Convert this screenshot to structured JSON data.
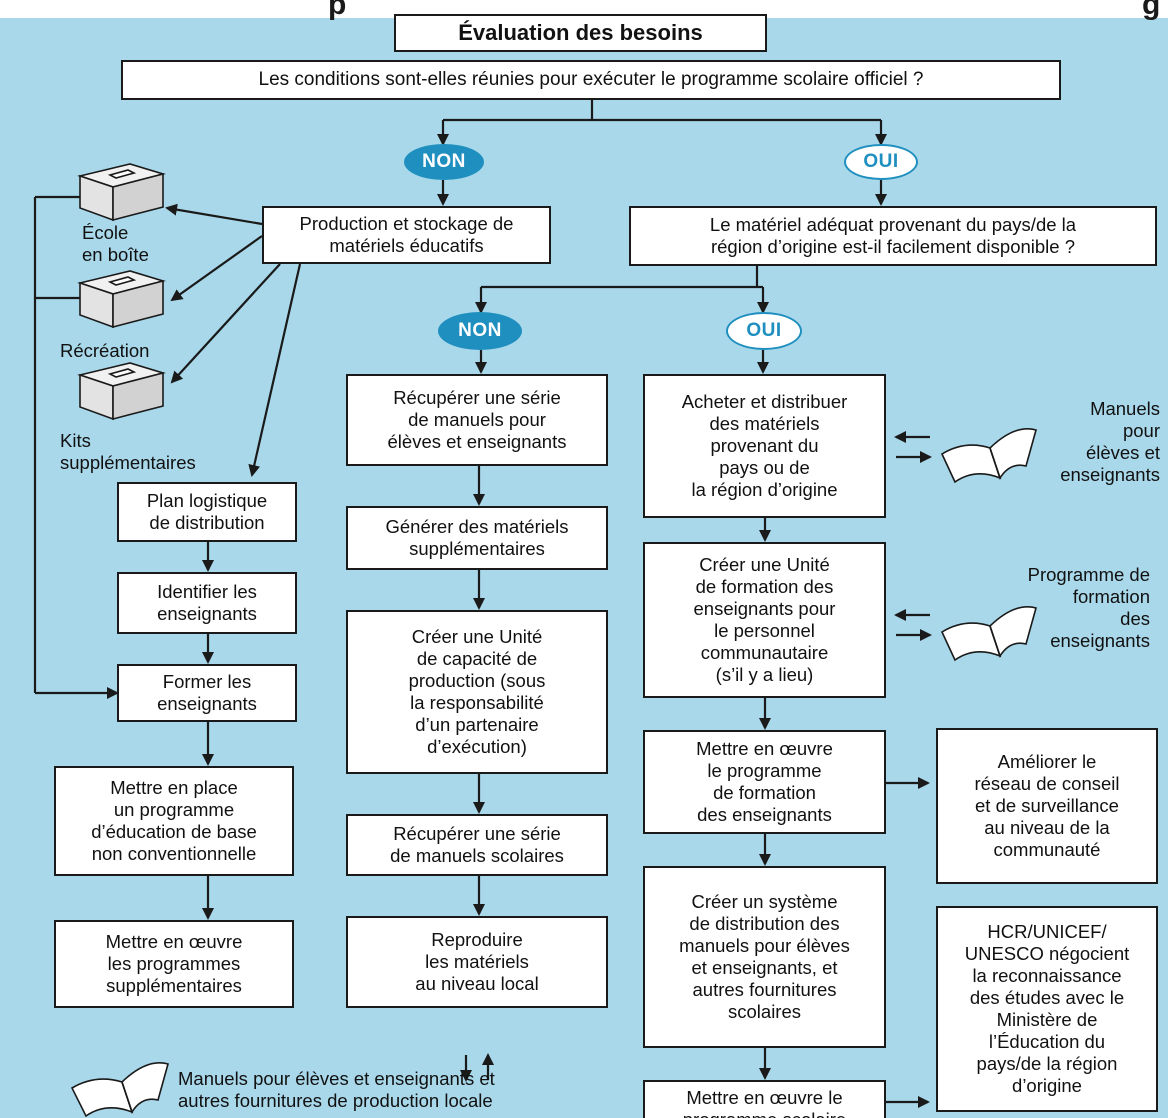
{
  "colors": {
    "background": "#a9d8ea",
    "pill_blue": "#1f8fbf",
    "line": "#1a1a1a",
    "box_fill": "#ffffff"
  },
  "header": {
    "cut_title_left": "p",
    "cut_title_right": "g"
  },
  "decisions": {
    "q1": "Évaluation des besoins",
    "q2": "Les conditions sont-elles réunies pour exécuter le programme scolaire officiel ?",
    "non1": "NON",
    "oui1": "OUI",
    "q3": "Le matériel adéquat provenant du pays/de la\nrégion d’origine est-il facilement disponible ?",
    "non2": "NON",
    "oui2": "OUI"
  },
  "left": {
    "production": "Production et stockage de\nmatériels éducatifs",
    "kit_school": "École\nen boîte",
    "kit_recreation": "Récréation",
    "kit_extra": "Kits\nsupplémentaires",
    "plan": "Plan logistique\nde distribution",
    "identify": "Identifier les\nenseignants",
    "train": "Former les\nenseignants",
    "setup": "Mettre en place\nun programme\nd’éducation de base\nnon conventionnelle",
    "implement": "Mettre en œuvre\nles programmes\nsupplémentaires"
  },
  "middle": {
    "m1": "Récupérer une série\nde manuels pour\nélèves et enseignants",
    "m2": "Générer des matériels\nsupplémentaires",
    "m3": "Créer une Unité\nde capacité de\nproduction (sous\nla responsabilité\nd’un partenaire\nd’exécution)",
    "m4": "Récupérer une série\nde manuels scolaires",
    "m5": "Reproduire\nles matériels\nau niveau local",
    "books_local": "Manuels pour élèves et enseignants et\nautres fournitures de production locale"
  },
  "right": {
    "r1": "Acheter et distribuer\ndes matériels\nprovenant du\npays ou de\nla région d’origine",
    "r2": "Créer une Unité\nde formation des\nenseignants pour\nle personnel\ncommunautaire\n(s’il y a lieu)",
    "r3": "Mettre en œuvre\nle programme\nde formation\ndes enseignants",
    "r4": "Créer un système\nde distribution des\nmanuels pour élèves\net enseignants, et\nautres fournitures\nscolaires",
    "r5": "Mettre en œuvre le\nprogramme scolaire",
    "books_manuals": "Manuels\npour\nélèves et\nenseignants",
    "books_training": "Programme de\nformation\ndes\nenseignants",
    "side_network": "Améliorer le\nréseau de conseil\net de surveillance\nau niveau de la\ncommunauté",
    "side_recognition": "HCR/UNICEF/\nUNESCO négocient\nla reconnaissance\ndes études avec le\nMinistère de\nl’Éducation du\npays/de la région\nd’origine"
  }
}
